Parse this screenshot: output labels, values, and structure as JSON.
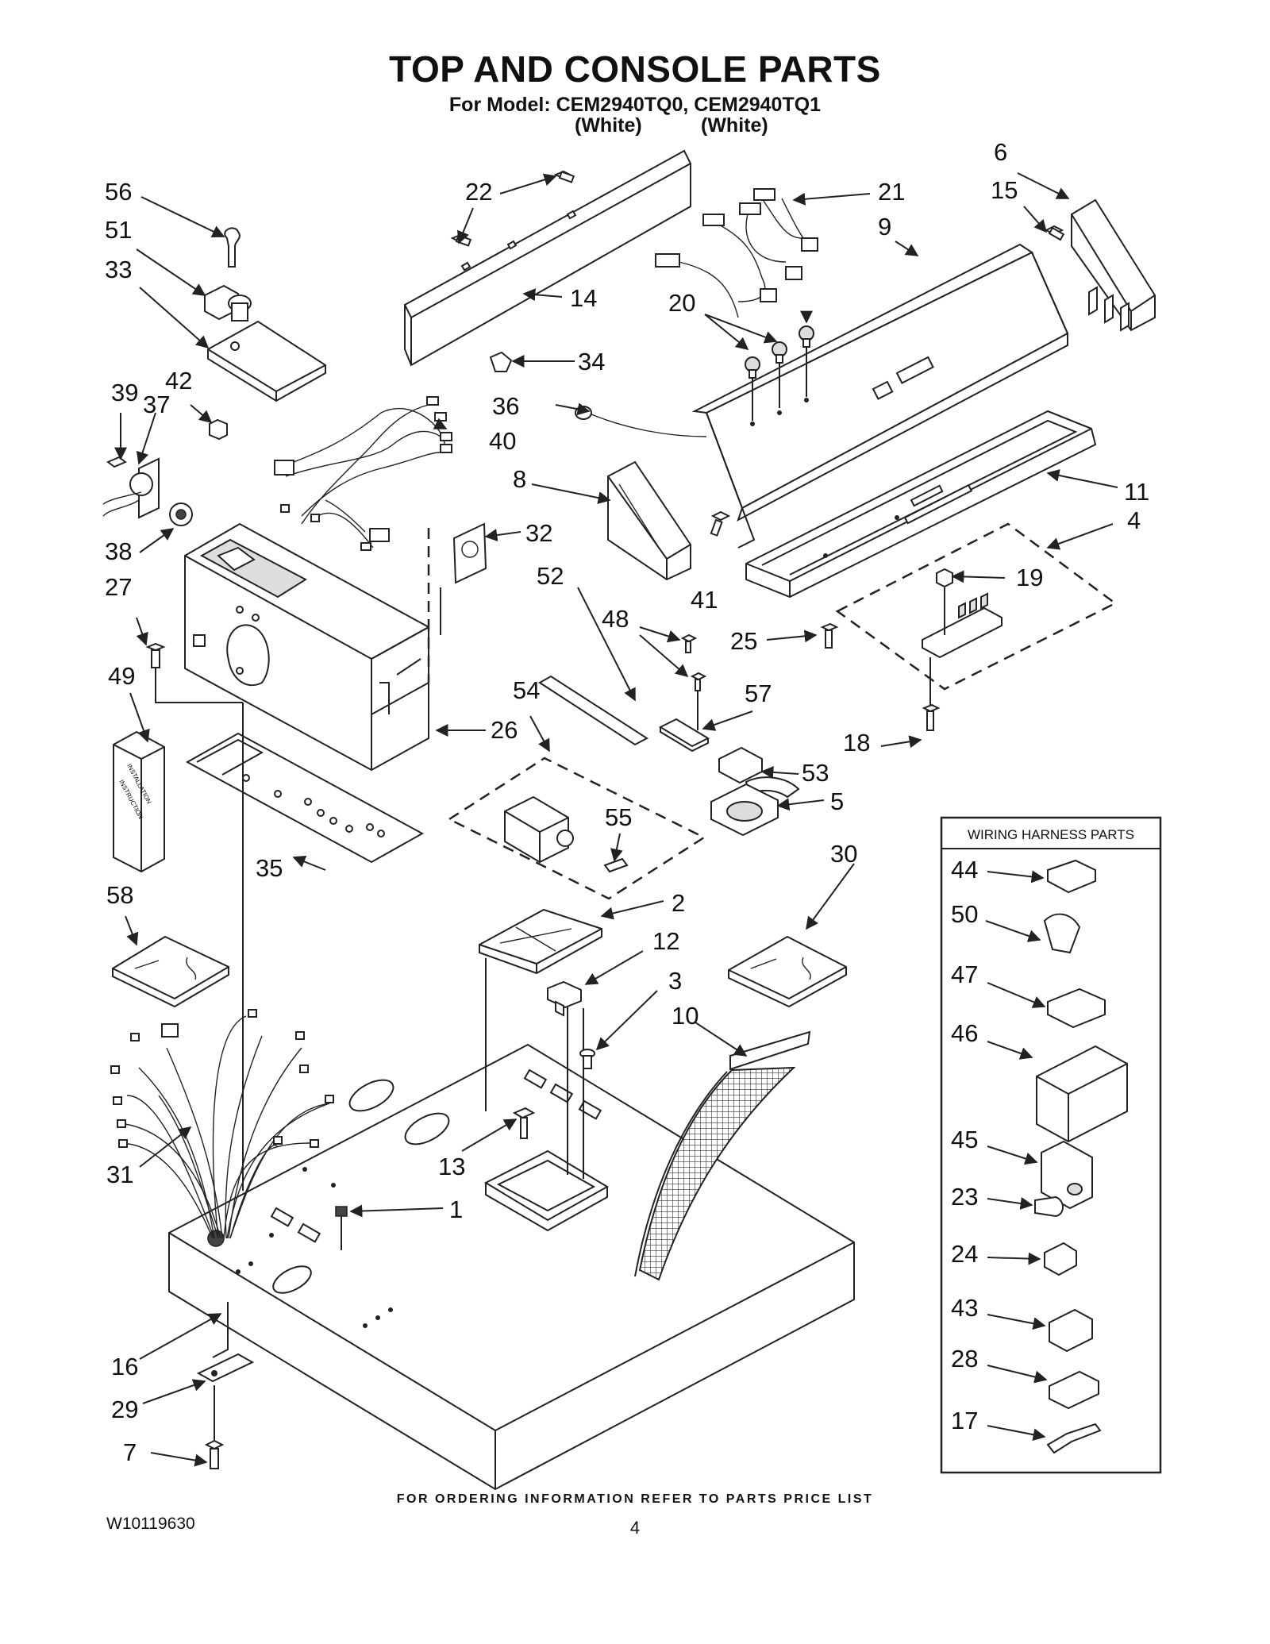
{
  "page": {
    "title": "TOP AND CONSOLE PARTS",
    "subtitle": "For Model: CEM2940TQ0, CEM2940TQ1",
    "color_left": "(White)",
    "color_right": "(White)",
    "footer_note": "FOR ORDERING INFORMATION REFER TO PARTS PRICE LIST",
    "doc_number": "W10119630",
    "page_number": "4"
  },
  "wiring_panel": {
    "title": "WIRING HARNESS PARTS"
  },
  "part_labels": [
    "1",
    "2",
    "3",
    "4",
    "5",
    "6",
    "7",
    "8",
    "9",
    "10",
    "11",
    "12",
    "13",
    "14",
    "15",
    "16",
    "17",
    "18",
    "19",
    "20",
    "21",
    "22",
    "23",
    "24",
    "25",
    "26",
    "27",
    "28",
    "29",
    "30",
    "31",
    "32",
    "33",
    "34",
    "35",
    "36",
    "37",
    "38",
    "39",
    "40",
    "41",
    "42",
    "43",
    "44",
    "45",
    "46",
    "47",
    "48",
    "49",
    "50",
    "51",
    "52",
    "53",
    "54",
    "55",
    "56",
    "57",
    "58"
  ],
  "booklet_text": [
    "INSTALLATION",
    "INSTRUCTION"
  ]
}
